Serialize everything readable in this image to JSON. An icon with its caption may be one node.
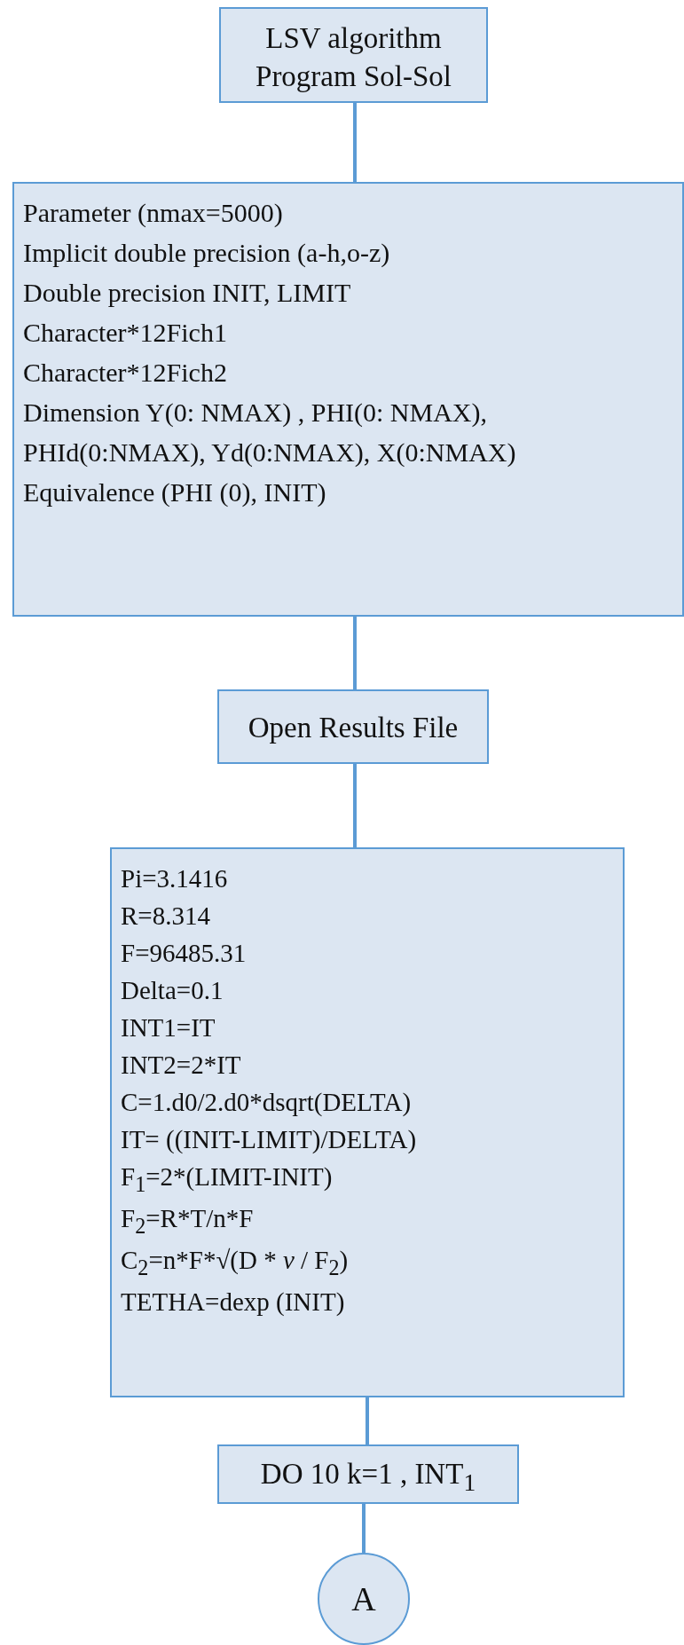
{
  "diagram": {
    "nodes": [
      {
        "text": [
          "LSV algorithm Program Sol-Sol"
        ]
      },
      {
        "text": [
          "Parameter (nmax=5000)",
          "Implicit double precision (a-h,o-z)",
          "Double precision INIT, LIMIT",
          "Character*12Fich1",
          "Character*12Fich2",
          "Dimension Y(0: NMAX) , PHI(0: NMAX), PHId(0:NMAX), Yd(0:NMAX), X(0:NMAX)",
          "Equivalence (PHI (0), INIT)"
        ]
      },
      {
        "text": [
          "Open Results File"
        ]
      },
      {
        "text": [
          "Pi=3.1416",
          "R=8.314",
          "F=96485.31",
          "Delta=0.1",
          "INT1=IT",
          "INT2=2*IT",
          "C=1.d0/2.d0*dsqrt(DELTA)",
          "IT= ((INIT-LIMIT)/DELTA)",
          "F$_{1}$=2*(LIMIT-INIT)",
          "F$_{2}$=R*T/n*F",
          "C$_{2}$=n*F*√(D * *v* / F$_{2}$)",
          "TETHA=dexp (INIT)"
        ]
      },
      {
        "text": [
          "DO 10 k=1 , INT$_{1}$"
        ]
      },
      {
        "text": [
          "A"
        ]
      }
    ],
    "edges": [
      {
        "from": 0,
        "to": 1,
        "arrow": "none"
      },
      {
        "from": 1,
        "to": 2,
        "arrow": "none"
      },
      {
        "from": 2,
        "to": 3,
        "arrow": "none"
      },
      {
        "from": 3,
        "to": 4,
        "arrow": "none"
      },
      {
        "from": 4,
        "to": 5,
        "arrow": "none"
      }
    ]
  }
}
